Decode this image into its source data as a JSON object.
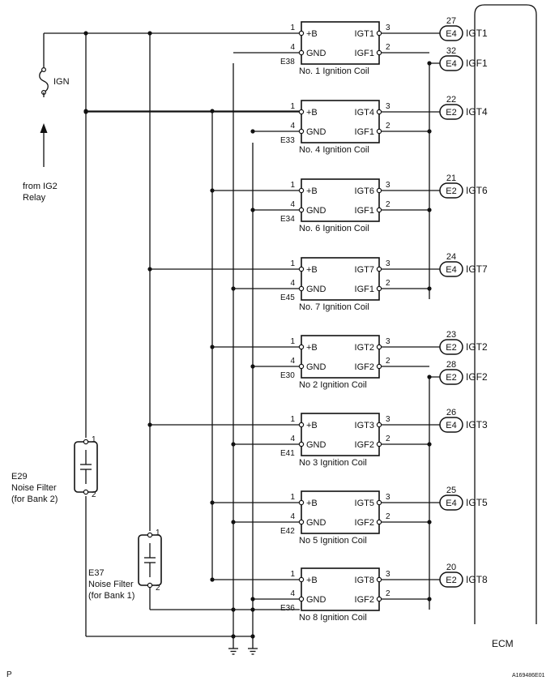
{
  "ignition_circuit": {
    "supply": {
      "fuse_label": "IGN",
      "source_label": "from IG2 Relay"
    },
    "coil_template": {
      "pin_b": "1",
      "pin_b_label": "+B",
      "pin_gnd": "4",
      "pin_gnd_label": "GND",
      "pin_igt": "3",
      "pin_igf": "2"
    },
    "coils": [
      {
        "connector": "E38",
        "name": "No. 1 Ignition Coil",
        "igt_label": "IGT1",
        "igf_label": "IGF1",
        "ecm_pin": "27",
        "ecm_conn": "E4",
        "ecm_signal": "IGT1",
        "igf_ecm_pin": "32",
        "igf_ecm_conn": "E4",
        "igf_ecm_signal": "IGF1"
      },
      {
        "connector": "E33",
        "name": "No. 4 Ignition Coil",
        "igt_label": "IGT4",
        "igf_label": "IGF1",
        "ecm_pin": "22",
        "ecm_conn": "E2",
        "ecm_signal": "IGT4"
      },
      {
        "connector": "E34",
        "name": "No. 6 Ignition Coil",
        "igt_label": "IGT6",
        "igf_label": "IGF1",
        "ecm_pin": "21",
        "ecm_conn": "E2",
        "ecm_signal": "IGT6"
      },
      {
        "connector": "E45",
        "name": "No. 7 Ignition Coil",
        "igt_label": "IGT7",
        "igf_label": "IGF1",
        "ecm_pin": "24",
        "ecm_conn": "E4",
        "ecm_signal": "IGT7"
      },
      {
        "connector": "E30",
        "name": "No 2 Ignition Coil",
        "igt_label": "IGT2",
        "igf_label": "IGF2",
        "ecm_pin": "23",
        "ecm_conn": "E2",
        "ecm_signal": "IGT2",
        "igf_ecm_pin": "28",
        "igf_ecm_conn": "E2",
        "igf_ecm_signal": "IGF2"
      },
      {
        "connector": "E41",
        "name": "No 3 Ignition Coil",
        "igt_label": "IGT3",
        "igf_label": "IGF2",
        "ecm_pin": "26",
        "ecm_conn": "E4",
        "ecm_signal": "IGT3"
      },
      {
        "connector": "E42",
        "name": "No 5 Ignition Coil",
        "igt_label": "IGT5",
        "igf_label": "IGF2",
        "ecm_pin": "25",
        "ecm_conn": "E4",
        "ecm_signal": "IGT5"
      },
      {
        "connector": "E36",
        "name": "No 8 Ignition Coil",
        "igt_label": "IGT8",
        "igf_label": "IGF2",
        "ecm_pin": "20",
        "ecm_conn": "E2",
        "ecm_signal": "IGT8"
      }
    ],
    "noise_filters": [
      {
        "connector": "E29",
        "name": "Noise Filter",
        "bank": "(for Bank 2)",
        "pin_top": "1",
        "pin_bottom": "2"
      },
      {
        "connector": "E37",
        "name": "Noise Filter",
        "bank": "(for Bank 1)",
        "pin_top": "1",
        "pin_bottom": "2"
      }
    ],
    "ecm_label": "ECM",
    "corner_left": "P",
    "figure_id": "A169486E01"
  }
}
